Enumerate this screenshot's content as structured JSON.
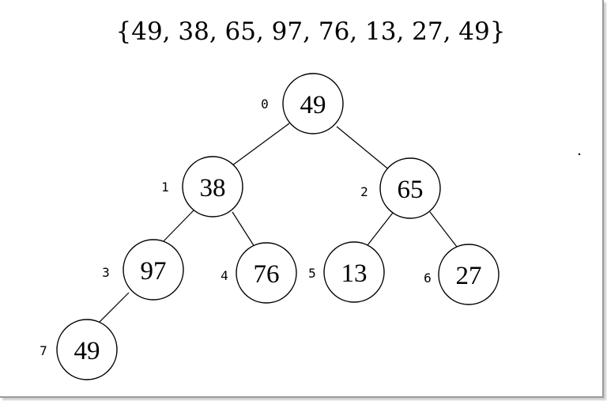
{
  "array_label": "{49, 38, 65, 97, 76, 13, 27, 49}",
  "nodes": [
    {
      "index": "0",
      "value": "49"
    },
    {
      "index": "1",
      "value": "38"
    },
    {
      "index": "2",
      "value": "65"
    },
    {
      "index": "3",
      "value": "97"
    },
    {
      "index": "4",
      "value": "76"
    },
    {
      "index": "5",
      "value": "13"
    },
    {
      "index": "6",
      "value": "27"
    },
    {
      "index": "7",
      "value": "49"
    }
  ],
  "edges": [
    [
      0,
      1
    ],
    [
      0,
      2
    ],
    [
      1,
      3
    ],
    [
      1,
      4
    ],
    [
      2,
      5
    ],
    [
      2,
      6
    ],
    [
      3,
      7
    ]
  ]
}
